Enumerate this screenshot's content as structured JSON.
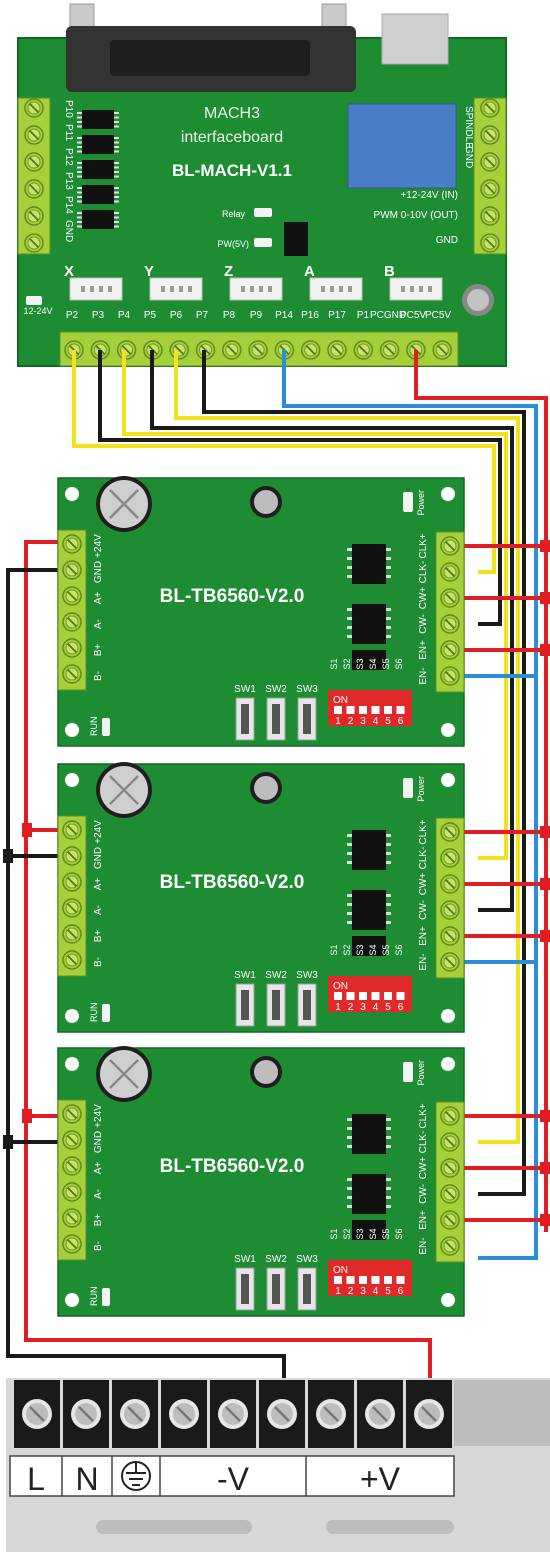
{
  "colors": {
    "board_green": "#1e8c32",
    "board_edge": "#0f6a22",
    "terminal": "#a6cf3c",
    "terminal_edge": "#5f8c1e",
    "wire_yellow": "#f2e21a",
    "wire_black": "#1a1a1a",
    "wire_red": "#e11d24",
    "wire_blue": "#2a8fd6",
    "dip_red": "#e02a2a",
    "psu_grey": "#d8d8d8"
  },
  "interface_board": {
    "line1": "MACH3",
    "line2": "interfaceboard",
    "model": "BL-MACH-V1.1",
    "left_pins": [
      "P10",
      "P11",
      "P12",
      "P13",
      "P14",
      "GND"
    ],
    "right_pins": [
      "SPINDLE",
      "GND"
    ],
    "power_in": "+12-24V (IN)",
    "pwm_out": "PWM 0-10V (OUT)",
    "gnd_label": "GND",
    "relay_label": "Relay",
    "pw_label": "PW(5V)",
    "v_label": "12-24V",
    "axes": [
      "X",
      "Y",
      "Z",
      "A",
      "B"
    ],
    "bottom_pins": [
      "P2",
      "P3",
      "P4",
      "P5",
      "P6",
      "P7",
      "P8",
      "P9",
      "P14",
      "P16",
      "P17",
      "P1",
      "PCGND",
      "PC5V",
      "PC5V"
    ]
  },
  "drivers": [
    {
      "model": "BL-TB6560-V2.0"
    },
    {
      "model": "BL-TB6560-V2.0"
    },
    {
      "model": "BL-TB6560-V2.0"
    }
  ],
  "driver_labels": {
    "left_pins": [
      "+24V",
      "GND",
      "A+",
      "A-",
      "B+",
      "B-"
    ],
    "right_pins": [
      "CLK+",
      "CLK-",
      "CW+",
      "CW-",
      "EN+",
      "EN-"
    ],
    "switches": [
      "SW1",
      "SW2",
      "SW3"
    ],
    "dip_labels": [
      "S1",
      "S2",
      "S3",
      "S4",
      "S5",
      "S6"
    ],
    "dip_numbers": [
      "1",
      "2",
      "3",
      "4",
      "5",
      "6"
    ],
    "dip_on": "ON",
    "run": "RUN",
    "power": "Power"
  },
  "psu": {
    "labels": [
      "L",
      "N",
      "-V",
      "+V"
    ],
    "ground_icon": "ground-icon"
  }
}
